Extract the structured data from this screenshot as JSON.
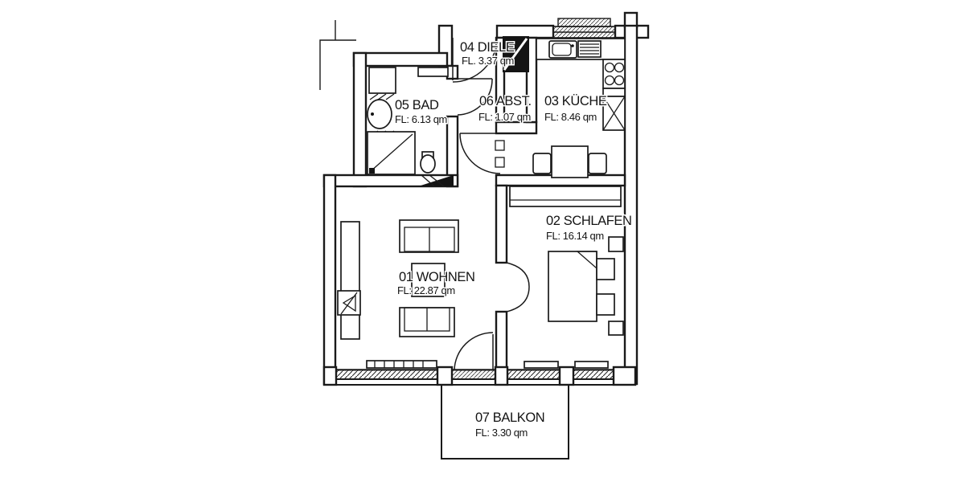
{
  "drawing": {
    "type": "apartment floor plan",
    "language": "German",
    "area_unit": "qm",
    "line_color": "#1a1a1a",
    "background_color": "#ffffff"
  },
  "rooms": [
    {
      "number_name": "01 WOHNEN",
      "area": "FL: 22.87 qm"
    },
    {
      "number_name": "02 SCHLAFEN",
      "area": "FL: 16.14 qm"
    },
    {
      "number_name": "03 KÜCHE",
      "area": "FL: 8.46 qm"
    },
    {
      "number_name": "04 DIELE",
      "area": "FL. 3.37 qm"
    },
    {
      "number_name": "05 BAD",
      "area": "FL: 6.13 qm"
    },
    {
      "number_name": "06 ABST.",
      "area": "FL: 1.07 qm"
    },
    {
      "number_name": "07 BALKON",
      "area": "FL: 3.30 qm"
    }
  ]
}
